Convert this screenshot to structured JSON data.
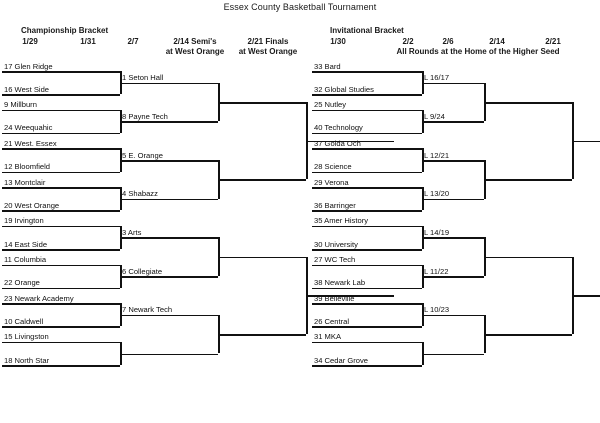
{
  "page": {
    "title": "Essex County Basketball Tournament"
  },
  "championship": {
    "heading": "Championship Bracket",
    "columns": [
      {
        "date": "1/29",
        "sub": ""
      },
      {
        "date": "1/31",
        "sub": ""
      },
      {
        "date": "2/7",
        "sub": ""
      },
      {
        "date": "2/14 Semi's",
        "sub": "at West Orange"
      },
      {
        "date": "2/21 Finals",
        "sub": "at West Orange"
      }
    ],
    "round1": [
      "17 Glen Ridge",
      "16 West Side",
      "9 Millburn",
      "24 Weequahic",
      "21 West. Essex",
      "12 Bloomfield",
      "13 Montclair",
      "20 West Orange",
      "19 Irvington",
      "14 East Side",
      "11 Columbia",
      "22 Orange",
      "23 Newark Academy",
      "10 Caldwell",
      "15 Livingston",
      "18 North Star"
    ],
    "round2": [
      "1 Seton Hall",
      "8 Payne Tech",
      "5 E. Orange",
      "4 Shabazz",
      "3 Arts",
      "6 Collegiate",
      "7 Newark Tech",
      ""
    ]
  },
  "invitational": {
    "heading": "Invitational Bracket",
    "columns": [
      {
        "date": "1/30",
        "sub": ""
      },
      {
        "date": "2/2",
        "sub": ""
      },
      {
        "date": "2/6",
        "sub": ""
      },
      {
        "date": "2/14",
        "sub": ""
      },
      {
        "date": "2/21",
        "sub": ""
      }
    ],
    "note": "All Rounds at the Home of the Higher Seed",
    "round1": [
      "33 Bard",
      "32 Global Studies",
      "25 Nutley",
      "40 Technology",
      "37 Golda Och",
      "28 Science",
      "29 Verona",
      "36 Barringer",
      "35 Amer History",
      "30 University",
      "27 WC Tech",
      "38 Newark Lab",
      "39 Belleville",
      "26 Central",
      "31 MKA",
      "34 Cedar Grove"
    ],
    "round2": [
      "L 16/17",
      "L 9/24",
      "L 12/21",
      "L 13/20",
      "L 14/19",
      "L 11/22",
      "L 10/23",
      ""
    ]
  },
  "style": {
    "line_color": "#111111",
    "text_color": "#1a1a1a",
    "background": "#ffffff"
  }
}
